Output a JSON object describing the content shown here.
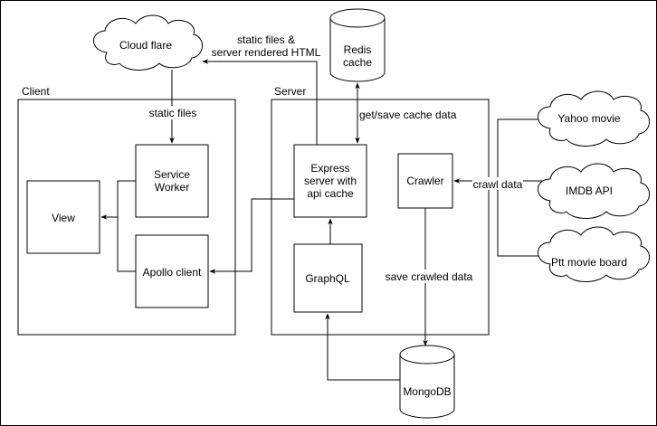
{
  "groups": {
    "client": "Client",
    "server": "Server"
  },
  "nodes": {
    "cloudflare": "Cloud flare",
    "redis_line1": "Redis",
    "redis_line2": "cache",
    "service_worker_line1": "Service",
    "service_worker_line2": "Worker",
    "view": "View",
    "apollo_client": "Apollo client",
    "express_line1": "Express",
    "express_line2": "server with",
    "express_line3": "api cache",
    "crawler": "Crawler",
    "graphql": "GraphQL",
    "mongodb": "MongoDB",
    "yahoo_movie": "Yahoo movie",
    "imdb_api": "IMDB API",
    "ptt_movie_board": "Ptt movie board"
  },
  "edges": {
    "static_html_line1": "static files &",
    "static_html_line2": "server rendered HTML",
    "static_files": "static files",
    "cache_data": "get/save cache data",
    "crawl_data": "crawl data",
    "save_crawled": "save crawled data"
  }
}
